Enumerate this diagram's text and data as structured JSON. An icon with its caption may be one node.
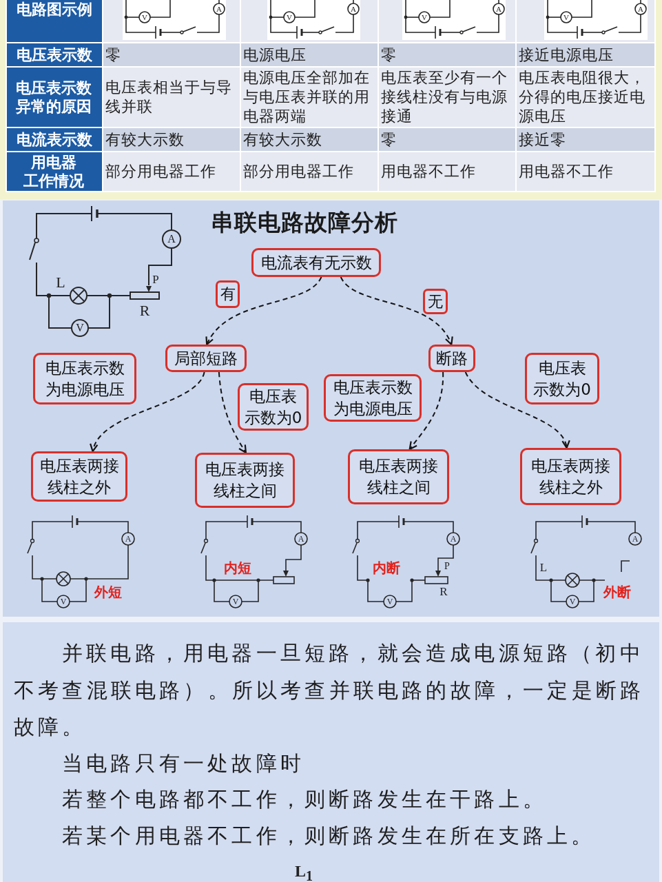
{
  "diagram": {
    "title": "串联电路故障分析",
    "nodes": [
      {
        "text": [
          "电流表有无示数"
        ]
      },
      {
        "text": [
          "局部短路"
        ]
      },
      {
        "text": [
          "断路"
        ]
      },
      {
        "text": [
          "电压表示数为电源电压"
        ]
      },
      {
        "text": [
          "电压表示数为0"
        ]
      },
      {
        "text": [
          "电压表示数为电源电压"
        ]
      },
      {
        "text": [
          "电压表示数为0"
        ]
      },
      {
        "text": [
          "电压表两接线柱之外"
        ]
      },
      {
        "text": [
          "电压表两接线柱之间"
        ]
      },
      {
        "text": [
          "电压表两接线柱之间"
        ]
      },
      {
        "text": [
          "电压表两接线柱之外"
        ]
      }
    ],
    "edges": [
      {
        "from": 0,
        "to": 1,
        "arrow": "to",
        "label": "有",
        "style": "dashed"
      },
      {
        "from": 0,
        "to": 2,
        "arrow": "to",
        "label": "无",
        "style": "dashed"
      },
      {
        "from": 1,
        "to": 7,
        "arrow": "to",
        "style": "dashed"
      },
      {
        "from": 1,
        "to": 8,
        "arrow": "to",
        "style": "dashed"
      },
      {
        "from": 2,
        "to": 9,
        "arrow": "to",
        "style": "dashed"
      },
      {
        "from": 2,
        "to": 10,
        "arrow": "to",
        "style": "dashed"
      }
    ],
    "labels": [
      "电路图示例",
      "V",
      "A",
      "V",
      "A",
      "V",
      "A",
      "V",
      "A",
      "电压表示数",
      "零",
      "电源电压",
      "零",
      "接近电源电压",
      "电压表示数异常的原因",
      "电压表相当于与导线并联",
      "电源电压全部加在与电压表并联的用电器两端",
      "电压表至少有一个接线柱没有与电源接通",
      "电压表电阻很大，分得的电压接近电源电压",
      "电流表示数",
      "有较大示数",
      "有较大示数",
      "零",
      "接近零",
      "用电器工作情况",
      "部分用电器工作",
      "部分用电器工作",
      "用电器不工作",
      "用电器不工作",
      "A",
      "L",
      "P",
      "R",
      "V",
      "A",
      "外短",
      "V",
      "A",
      "内短",
      "V",
      "A",
      "内断",
      "P",
      "R",
      "V",
      "A",
      "L",
      "外断",
      "V",
      "并联电路，用电器一旦短路，就会造成电源短路（初中不考查混联电路）。所以考查并联电路的故障，一定是断路故障。",
      "当电路只有一处故障时",
      "若整个电路都不工作，则断路发生在干路上。",
      "若某个用电器不工作，则断路发生在所在支路上。",
      "L$_{1}$"
    ]
  }
}
